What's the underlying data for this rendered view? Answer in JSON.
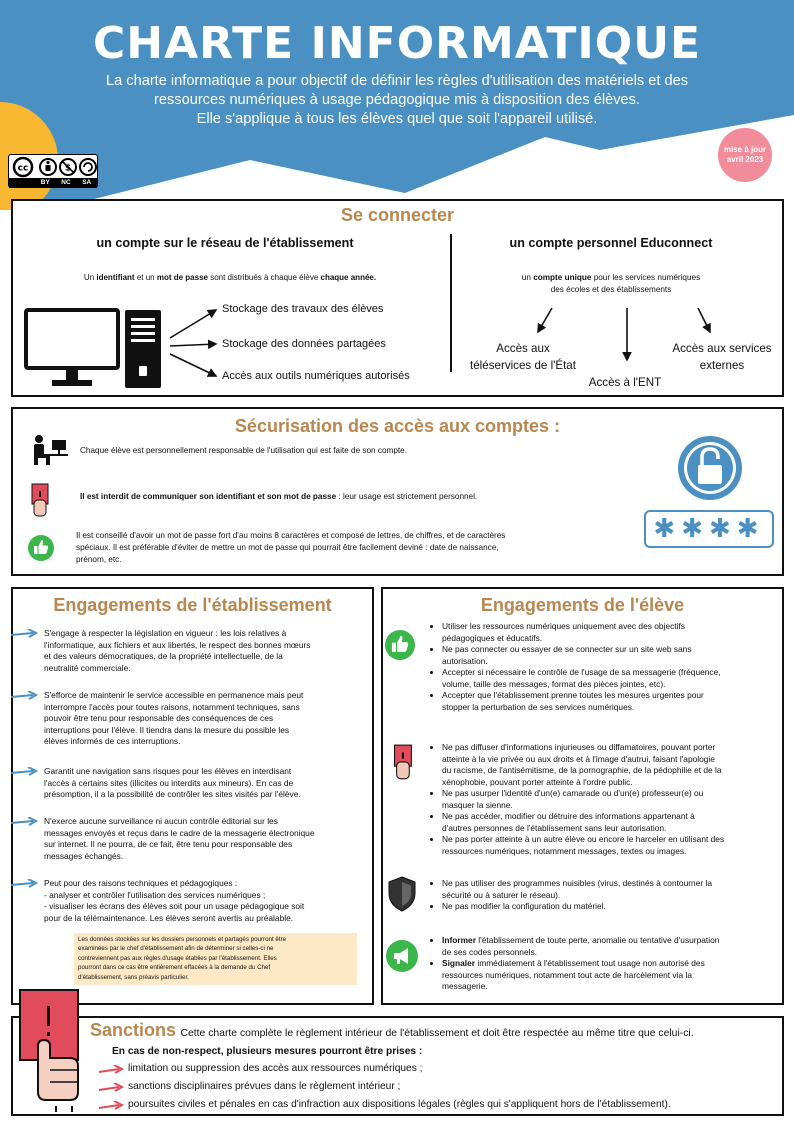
{
  "header": {
    "title": "CHARTE INFORMATIQUE",
    "intro": [
      "La charte informatique a pour objectif de définir les règles d'utilisation  des matériels et des",
      "ressources numériques à usage pédagogique mis à disposition des élèves.",
      "Elle s'applique à tous les élèves quel que soit l'appareil utilisé."
    ],
    "badge": [
      "mise à jour",
      "avril 2023"
    ],
    "license": [
      "BY",
      "NC",
      "SA"
    ]
  },
  "connect": {
    "title": "Se connecter",
    "left_title": "un compte sur le réseau de l'établissement",
    "left_text_parts": [
      "Un ",
      "identifiant",
      " et un ",
      "mot de passe",
      " sont distribués à chaque élève ",
      "chaque année."
    ],
    "left_items": [
      "Stockage des travaux des élèves",
      "Stockage des données partagées",
      "Accès aux outils numériques autorisés"
    ],
    "right_title": "un compte personnel Educonnect",
    "right_text_parts": [
      "un ",
      "compte unique",
      " pour les services numériques"
    ],
    "right_text_line2": "des écoles et des établissements",
    "right_items": [
      "Accès aux",
      "téléservices de l'État",
      "Accès aux services",
      "externes",
      "Accès à l'ENT"
    ]
  },
  "security": {
    "title": "Sécurisation des accès aux comptes :",
    "line1": "Chaque élève est personnellement responsable de l'utilisation qui est faite de son compte.",
    "line2_bold": "Il est interdit de communiquer son identifiant et son mot de passe",
    "line2_rest": " : leur usage est strictement personnel.",
    "line3": [
      "Il est conseillé d'avoir un mot de passe fort d'au moins 8 caractères et composé de lettres, de chiffres, et de caractères",
      "spéciaux. Il est préférable d'éviter de mettre un mot de passe qui pourrait être facilement deviné : date de naissance,",
      "prénom, etc."
    ],
    "password_mask": "✱✱✱✱"
  },
  "etab": {
    "title": "Engagements de l'établissement",
    "paras": [
      [
        "S'engage à respecter la législation en vigueur :  les lois relatives à",
        "l'informatique, aux fichiers et aux libertés, le respect des bonnes mœurs",
        "et des valeurs démocratiques, de la propriété intellectuelle, de la",
        "neutralité commerciale."
      ],
      [
        "S'efforce de maintenir le service accessible en permanence mais peut",
        "interrompre l'accès pour toutes raisons, notamment techniques, sans",
        "pouvoir être tenu pour responsable des conséquences de ces",
        "interruptions pour l'élève. Il tiendra dans la mesure du possible les",
        "élèves informés de ces interruptions."
      ],
      [
        "Garantit une navigation sans risques pour les élèves en interdisant",
        "l'accès à certains sites (illicites ou interdits aux mineurs). En cas de",
        "présomption, il a la possibilité de contrôler les sites visités par l'élève."
      ],
      [
        "N'exerce aucune surveillance ni aucun contrôle éditorial sur les",
        "messages envoyés et reçus dans le cadre de la messagerie électronique",
        "sur internet. Il ne pourra, de ce fait, être tenu pour responsable des",
        "messages échangés."
      ],
      [
        "Peut pour des raisons techniques et pédagogiques :",
        "- analyser et contrôler l'utilisation des services numériques ;",
        "- visualiser les écrans des élèves soit pour un usage pédagogique soit",
        "pour de la télémaintenance. Les élèves seront avertis au préalable."
      ]
    ],
    "note": [
      "Les données stockées sur les dossiers personnels et partagés pourront être",
      "examinées par le chef d'établissement afin de déterminer si celles-ci ne",
      "contreviennent pas aux règles d'usage établies par l'établissement. Elles",
      "pourront dans ce cas être entièrement effacées à la demande du Chef",
      "d'établissement, sans préavis particulier."
    ]
  },
  "eleve": {
    "title": "Engagements de l'élève",
    "group1": [
      [
        "Utiliser les ressources numériques uniquement avec des objectifs",
        "pédagogiques et éducatifs."
      ],
      [
        "Ne pas connecter ou essayer de se connecter sur un site web sans",
        "autorisation."
      ],
      [
        "Accepter  si nécessaire le contrôle de l'usage  de sa messagerie (fréquence,",
        "volume, taille des messages, format des pièces jointes, etc)."
      ],
      [
        "Accepter que l'établissement prenne toutes les mesures urgentes pour",
        "stopper la perturbation de ses services numériques."
      ]
    ],
    "group2": [
      [
        "Ne pas diffuser d'informations injurieuses ou diffamatoires, pouvant porter",
        "atteinte à la vie privée ou aux droits et à l'image d'autrui, faisant l'apologie",
        "du racisme, de l'antisémitisme, de la pornographie, de la pédophilie et de la",
        "xénophobie, pouvant porter atteinte à l'ordre public."
      ],
      [
        "Ne pas usurper l'identité d'un(e) camarade  ou d'un(e) professeur(e) ou",
        "masquer la sienne."
      ],
      [
        "Ne pas accéder, modifier ou détruire des informations appartenant à",
        "d'autres personnes de l'établissement sans leur autorisation."
      ],
      [
        "Ne pas porter atteinte à un autre élève ou encore le harceler en utilisant des",
        "ressources numériques, notamment messages, textes ou images."
      ]
    ],
    "group3": [
      [
        "Ne pas utiliser des programmes nuisibles (virus, destinés à contourner la",
        "sécurité ou à saturer le réseau)."
      ],
      [
        "Ne pas modifier la configuration du matériel."
      ]
    ],
    "group4_bold": [
      "Informer",
      "Signaler"
    ],
    "group4": [
      [
        " l'établissement de toute perte, anomalie ou tentative d'usurpation",
        "de ses codes personnels."
      ],
      [
        " immédiatement à l'établissement tout usage non autorisé des",
        "ressources numériques, notamment tout acte de harcèlement via la",
        "messagerie."
      ]
    ]
  },
  "sanctions": {
    "title": "Sanctions",
    "intro": "Cette charte complète le règlement intérieur de l'établissement et doit être respectée au même titre que celui-ci.",
    "subtitle": "En cas de non-respect, plusieurs mesures pourront être prises  :",
    "items": [
      "limitation ou suppression des accès aux ressources numériques ;",
      "sanctions disciplinaires prévues dans le règlement intérieur ;",
      "poursuites civiles et pénales en cas d'infraction aux dispositions légales (règles qui s'appliquent hors de l'établissement)."
    ]
  },
  "colors": {
    "blue": "#4a90c2",
    "title": "#b8864e",
    "yellow": "#f7b731",
    "green": "#3cb54a",
    "red": "#e24b5b",
    "note_bg": "#fde9c6"
  }
}
